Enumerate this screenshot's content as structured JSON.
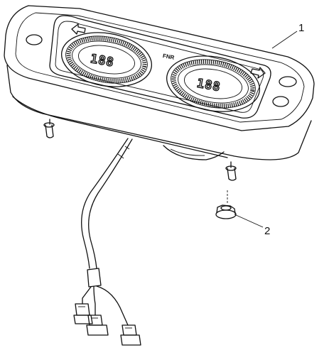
{
  "callouts": {
    "part1": "1",
    "part2": "2"
  },
  "gauge_left_digits": "188",
  "gauge_right_digits": "188",
  "shift_indicator": "FNR",
  "icons": [
    "left-arrow-icon",
    "right-arrow-icon",
    "speedometer-gauge",
    "tachometer-gauge"
  ]
}
